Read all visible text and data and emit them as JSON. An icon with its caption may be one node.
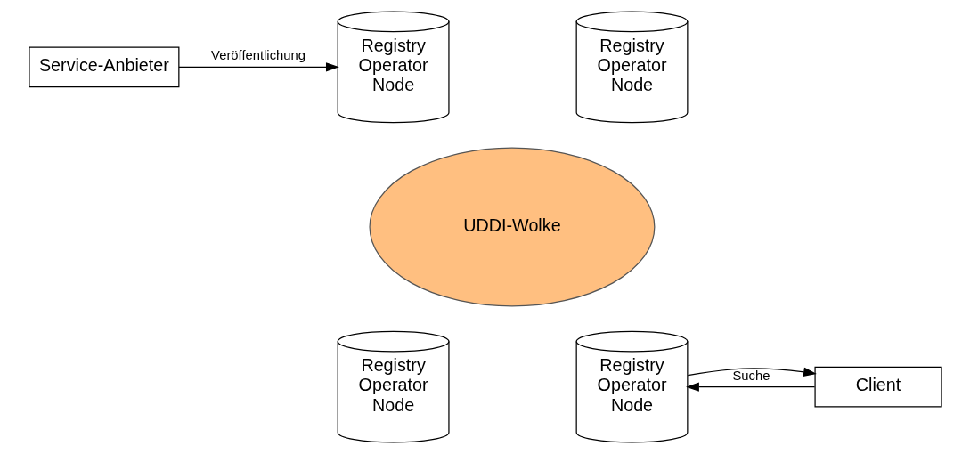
{
  "diagram": {
    "nodes": [
      {
        "text": [
          "Service-Anbieter"
        ]
      },
      {
        "text": [
          "Registry Operator Node"
        ]
      },
      {
        "text": [
          "Registry Operator Node"
        ]
      },
      {
        "text": [
          "UDDI-Wolke"
        ]
      },
      {
        "text": [
          "Registry Operator Node"
        ]
      },
      {
        "text": [
          "Registry Operator Node"
        ]
      },
      {
        "text": [
          "Client"
        ]
      }
    ],
    "edges": [
      {
        "from": 0,
        "to": 1,
        "arrow": "to",
        "label": "Veröffentlichung"
      },
      {
        "from": 5,
        "to": 6,
        "arrow": "to"
      },
      {
        "from": 6,
        "to": 5,
        "arrow": "to",
        "label": "Suche"
      }
    ]
  }
}
